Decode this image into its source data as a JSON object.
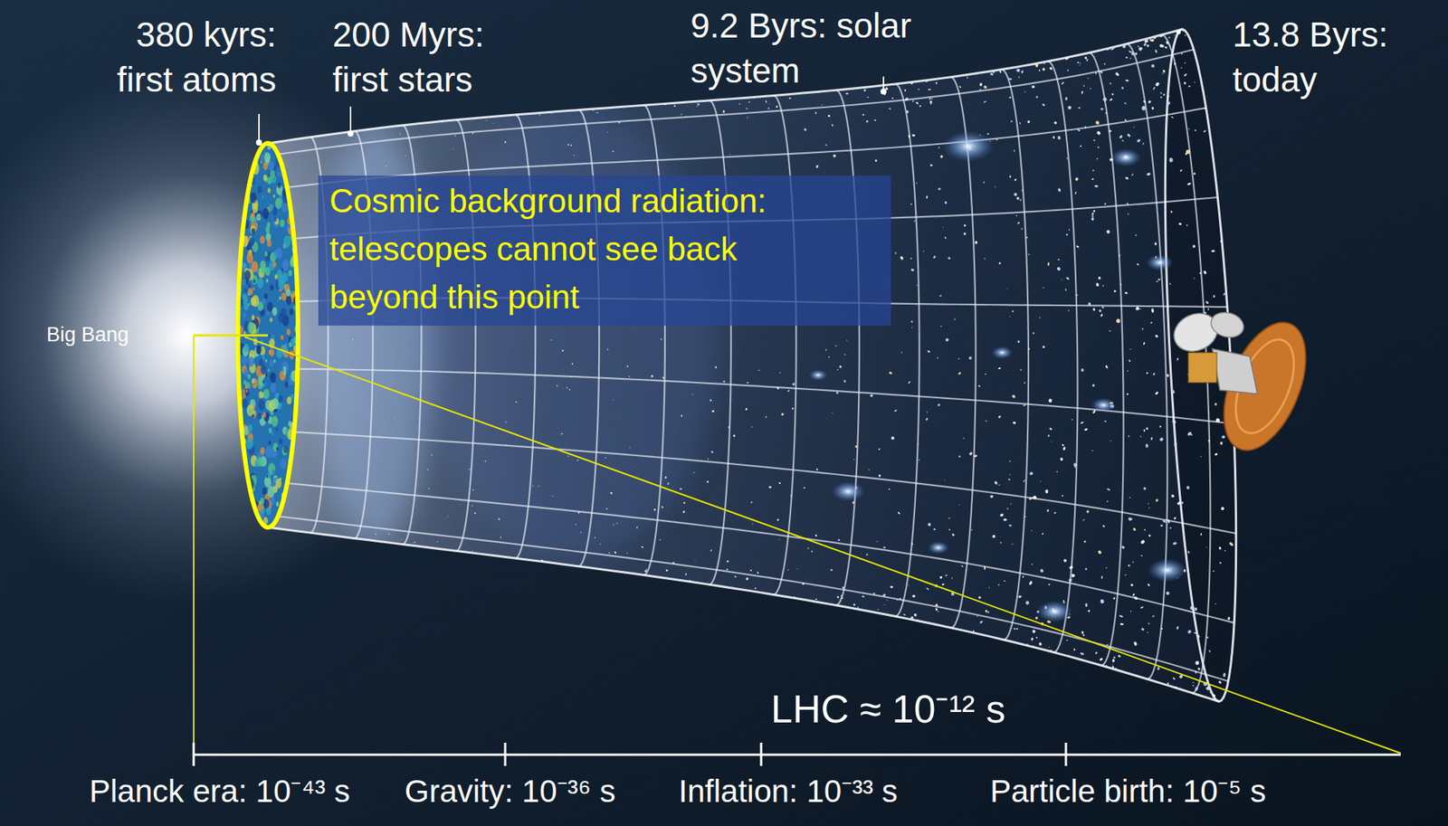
{
  "diagram": {
    "nodes": [
      {
        "text": [
          "Cosmic background radiation: telescopes cannot see back beyond this point"
        ]
      }
    ],
    "labels": [
      "380 kyrs: first atoms",
      "200 Myrs: first stars",
      "9.2 Byrs: solar system",
      "13.8 Byrs: today",
      "Big Bang",
      "LHC ≈ 10⁻¹² s",
      "Planck era: 10⁻⁴³ s",
      "Gravity: 10⁻³⁶ s",
      "Inflation: 10⁻³³ s",
      "Particle birth: 10⁻⁵ s"
    ]
  }
}
